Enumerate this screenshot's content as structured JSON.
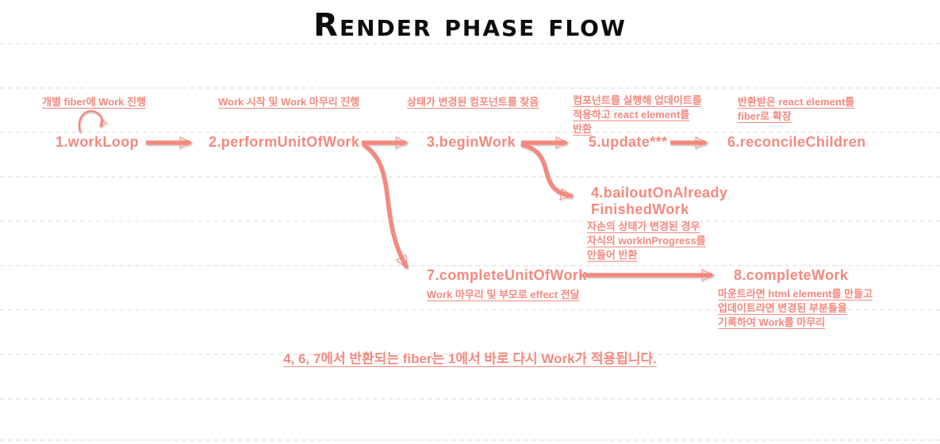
{
  "title": "Render phase flow",
  "colors": {
    "accent": "#f4897f",
    "title_text": "#0d0d0d",
    "ruled_line": "#ececec",
    "background": "#ffffff"
  },
  "top_labels": [
    {
      "text": "개별 fiber에 Work 진행"
    },
    {
      "text": "Work 시작 및 Work 마무리 진행"
    },
    {
      "text": "상태가 변경된 컴포넌트를 찾음"
    },
    {
      "text": "컴포넌트를 실행해 업데이트를\n적용하고 react element를\n반환"
    },
    {
      "text": "반환받은 react element를\nfiber로 확장"
    }
  ],
  "nodes": {
    "workLoop": {
      "label": "1.workLoop"
    },
    "performUnitOfWork": {
      "label": "2.performUnitOfWork"
    },
    "beginWork": {
      "label": "3.beginWork"
    },
    "update": {
      "label": "5.update***"
    },
    "reconcileChildren": {
      "label": "6.reconcileChildren"
    },
    "bailoutOnAlreadyFinishedWork": {
      "label": "4.bailoutOnAlready\nFinishedWork",
      "note": "자손의 상태가 변경된 경우\n자식의 workInProgress를\n만들어 반환"
    },
    "completeUnitOfWork": {
      "label": "7.completeUnitOfWork",
      "note": "Work 마무리 및 부모로 effect 전달"
    },
    "completeWork": {
      "label": "8.completeWork",
      "note": "마운트라면 html element를 만들고\n업데이트라면 변경된 부분들을\n기록하여 Work를 마무리"
    }
  },
  "icons": {
    "self_loop": "workloop-self-loop-arrow",
    "arrows": [
      "arrow-1-to-2",
      "arrow-2-to-3",
      "arrow-3-to-5",
      "arrow-5-to-6",
      "arrow-2-to-7",
      "arrow-3-to-4",
      "arrow-7-to-8"
    ]
  },
  "footnote": "4, 6, 7에서 반환되는 fiber는 1에서 바로 다시 Work가 적용됩니다."
}
